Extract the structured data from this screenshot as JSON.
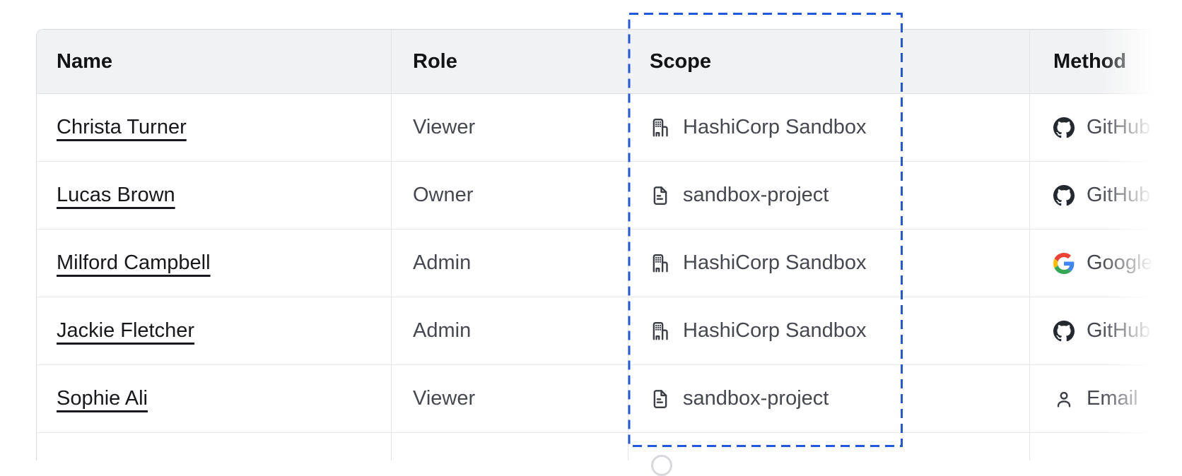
{
  "table": {
    "headers": [
      {
        "key": "name",
        "label": "Name"
      },
      {
        "key": "role",
        "label": "Role"
      },
      {
        "key": "scope",
        "label": "Scope"
      },
      {
        "key": "method",
        "label": "Method"
      }
    ],
    "rows": [
      {
        "name": "Christa Turner",
        "role": "Viewer",
        "scope": {
          "icon": "building-icon",
          "label": "HashiCorp Sandbox"
        },
        "method": {
          "icon": "github-icon",
          "label": "GitHub"
        }
      },
      {
        "name": "Lucas Brown",
        "role": "Owner",
        "scope": {
          "icon": "file-text-icon",
          "label": "sandbox-project"
        },
        "method": {
          "icon": "github-icon",
          "label": "GitHub"
        }
      },
      {
        "name": "Milford Campbell",
        "role": "Admin",
        "scope": {
          "icon": "building-icon",
          "label": "HashiCorp Sandbox"
        },
        "method": {
          "icon": "google-icon",
          "label": "Google"
        }
      },
      {
        "name": "Jackie Fletcher",
        "role": "Admin",
        "scope": {
          "icon": "building-icon",
          "label": "HashiCorp Sandbox"
        },
        "method": {
          "icon": "github-icon",
          "label": "GitHub"
        }
      },
      {
        "name": "Sophie Ali",
        "role": "Viewer",
        "scope": {
          "icon": "file-text-icon",
          "label": "sandbox-project"
        },
        "method": {
          "icon": "person-icon",
          "label": "Email"
        }
      }
    ],
    "partial_next_row": {
      "scope_icon": "circle-icon"
    }
  },
  "highlight": {
    "target_column": "Scope",
    "border_style": "dashed",
    "color": "#2257e0"
  },
  "colors": {
    "header_bg": "#f1f2f3",
    "outer_border": "#d9dbdf",
    "row_border": "#e5e7ea",
    "header_text": "#121316",
    "name_link": "#17181c",
    "cell_text": "#45484f",
    "icon": "#3b3e45",
    "github": "#24292f",
    "google_blue": "#4285F4",
    "google_red": "#EA4335",
    "google_yellow": "#FBBC05",
    "google_green": "#34A853",
    "highlight_blue": "#2257e0"
  }
}
